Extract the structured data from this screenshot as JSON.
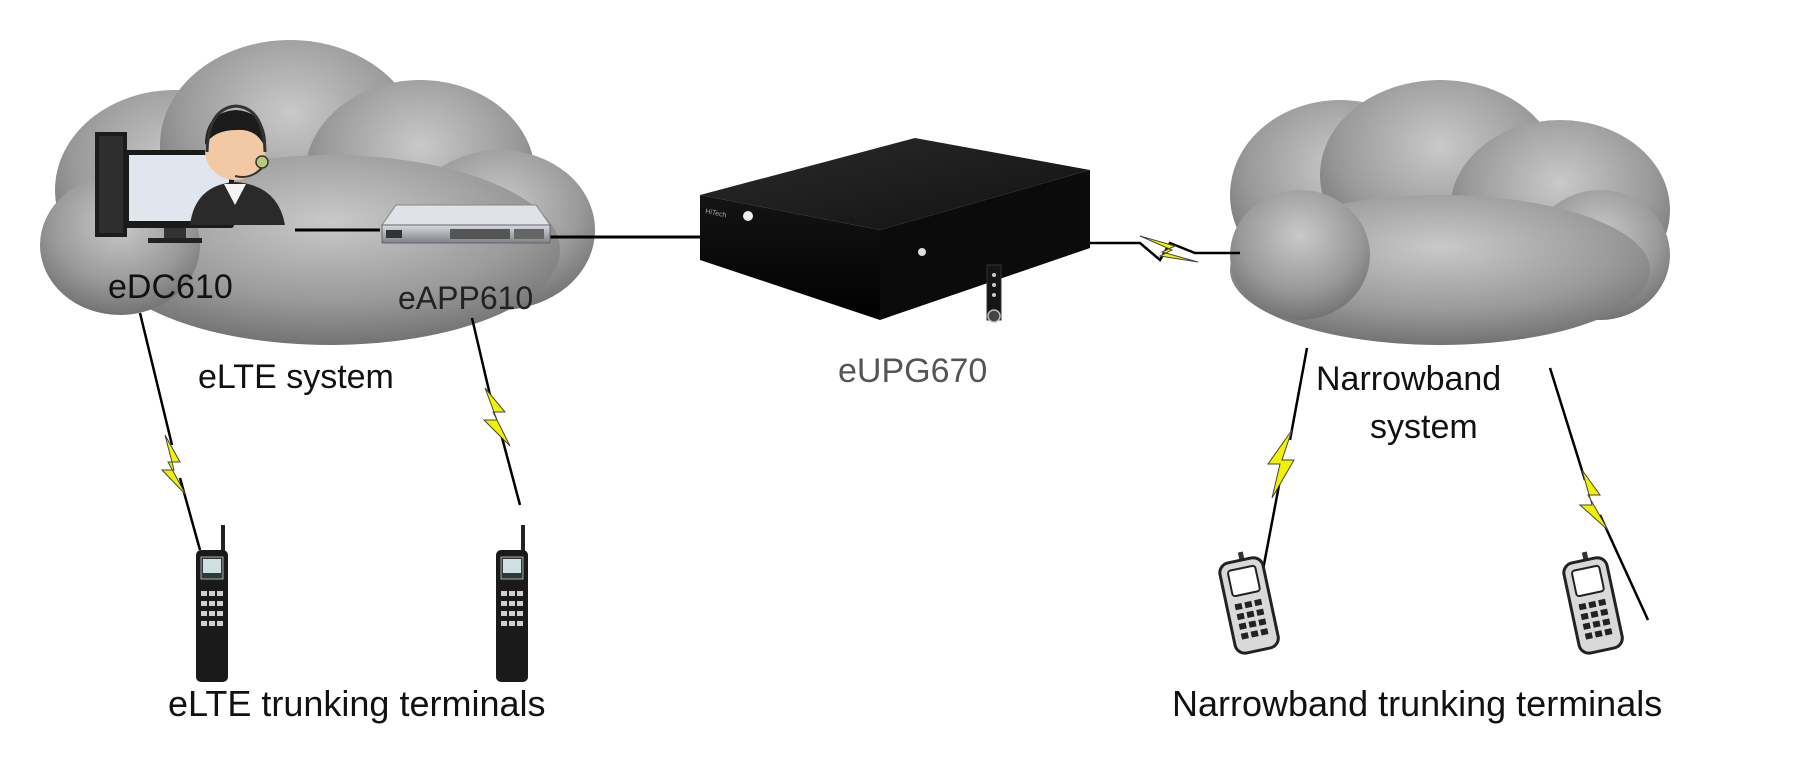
{
  "labels": {
    "edc": "eDC610",
    "eapp": "eAPP610",
    "elte_system": "eLTE system",
    "eupg": "eUPG670",
    "narrowband_system_line1": "Narrowband",
    "narrowband_system_line2": "system",
    "elte_terminals": "eLTE trunking terminals",
    "narrowband_terminals": "Narrowband trunking terminals"
  },
  "colors": {
    "cloud_light": "#bdbdbd",
    "cloud_dark": "#6e6e6e",
    "lightning": "#f2f200",
    "device": "#1a1a1a"
  },
  "icons": {
    "dispatcher": "dispatcher-workstation-icon",
    "app_server": "rack-server-icon",
    "gateway": "gateway-appliance-icon",
    "elte_terminal": "handheld-radio-icon",
    "narrowband_terminal": "mobile-phone-icon"
  }
}
